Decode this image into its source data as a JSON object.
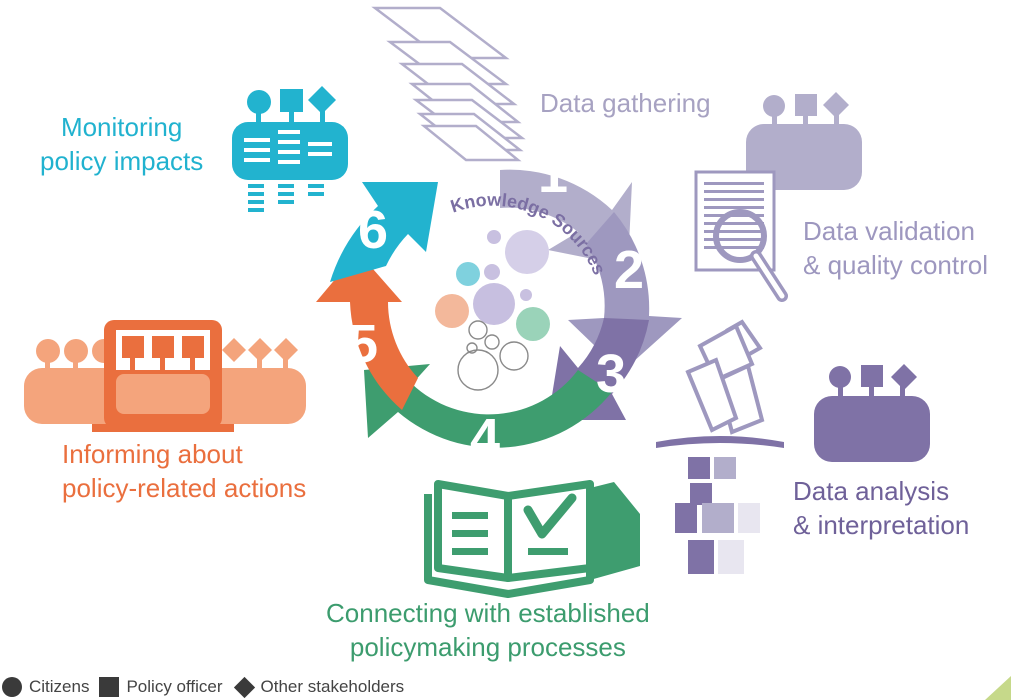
{
  "steps": [
    {
      "number": "1",
      "label": "Data gathering"
    },
    {
      "number": "2",
      "label": "Data validation\n& quality control"
    },
    {
      "number": "3",
      "label": "Data analysis\n& interpretation"
    },
    {
      "number": "4",
      "label": "Connecting with established\npolicymaking processes"
    },
    {
      "number": "5",
      "label": "Informing about\npolicy-related actions"
    },
    {
      "number": "6",
      "label": "Monitoring\npolicy impacts"
    }
  ],
  "center_label": "Knowledge Sources",
  "legend": [
    {
      "label": "Citizens",
      "symbol": "circle"
    },
    {
      "label": "Policy officer",
      "symbol": "square"
    },
    {
      "label": "Other stakeholders",
      "symbol": "diamond"
    }
  ],
  "colors": {
    "step1": "#b2aecb",
    "step2": "#9e98bf",
    "step3": "#7f72a6",
    "step4": "#3e9d6f",
    "step5": "#ea6f3e",
    "step6": "#22b3cf"
  }
}
